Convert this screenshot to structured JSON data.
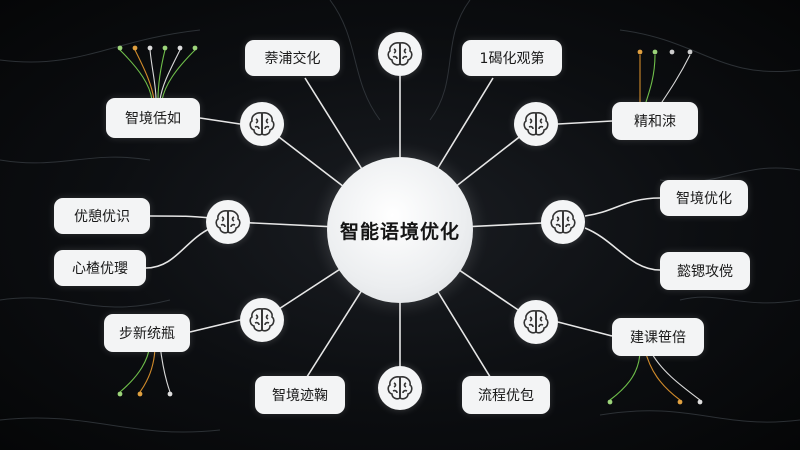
{
  "center": {
    "label": "智能语境优化"
  },
  "labels": {
    "top_left": "萘浦交化",
    "top_right": "1碣化观第",
    "upper_left": "智境佸如",
    "upper_right": "精和洓",
    "mid_left_a": "优憩优识",
    "mid_left_b": "心楂优瓔",
    "mid_right_a": "智境优化",
    "mid_right_b": "懿锶攻傥",
    "lower_left": "步新统瓶",
    "lower_right": "建课笹倍",
    "bottom_left": "智境迹鞠",
    "bottom_right": "流程优包"
  },
  "colors": {
    "background": "#0c0e11",
    "line": "#e6e6e6",
    "node_fill": "#f3f4f5",
    "text": "#1a1a1a",
    "deco_green": "#6fbf4a",
    "deco_orange": "#d08a2a"
  },
  "icons": {
    "hub": "brain-icon"
  }
}
